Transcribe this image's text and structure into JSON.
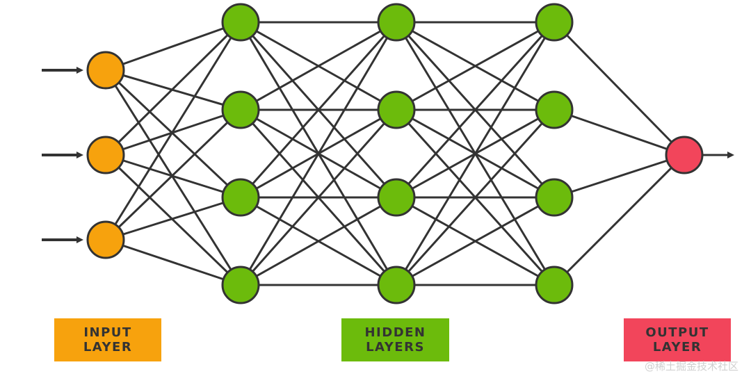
{
  "diagram": {
    "colors": {
      "input": "#F7A20D",
      "hidden": "#6CBB0C",
      "output": "#F2455B",
      "edge": "#333333"
    },
    "layers": [
      {
        "kind": "input",
        "nodes": 3
      },
      {
        "kind": "hidden",
        "nodes": 4
      },
      {
        "kind": "hidden",
        "nodes": 4
      },
      {
        "kind": "hidden",
        "nodes": 4
      },
      {
        "kind": "output",
        "nodes": 1
      }
    ],
    "connectivity": "fully-connected",
    "input_arrows": 3,
    "output_arrows": 1
  },
  "labels": {
    "input": {
      "line1": "INPUT",
      "line2": "LAYER"
    },
    "hidden": {
      "line1": "HIDDEN",
      "line2": "LAYERS"
    },
    "output": {
      "line1": "OUTPUT",
      "line2": "LAYER"
    }
  },
  "watermark": "@稀土掘金技术社区"
}
